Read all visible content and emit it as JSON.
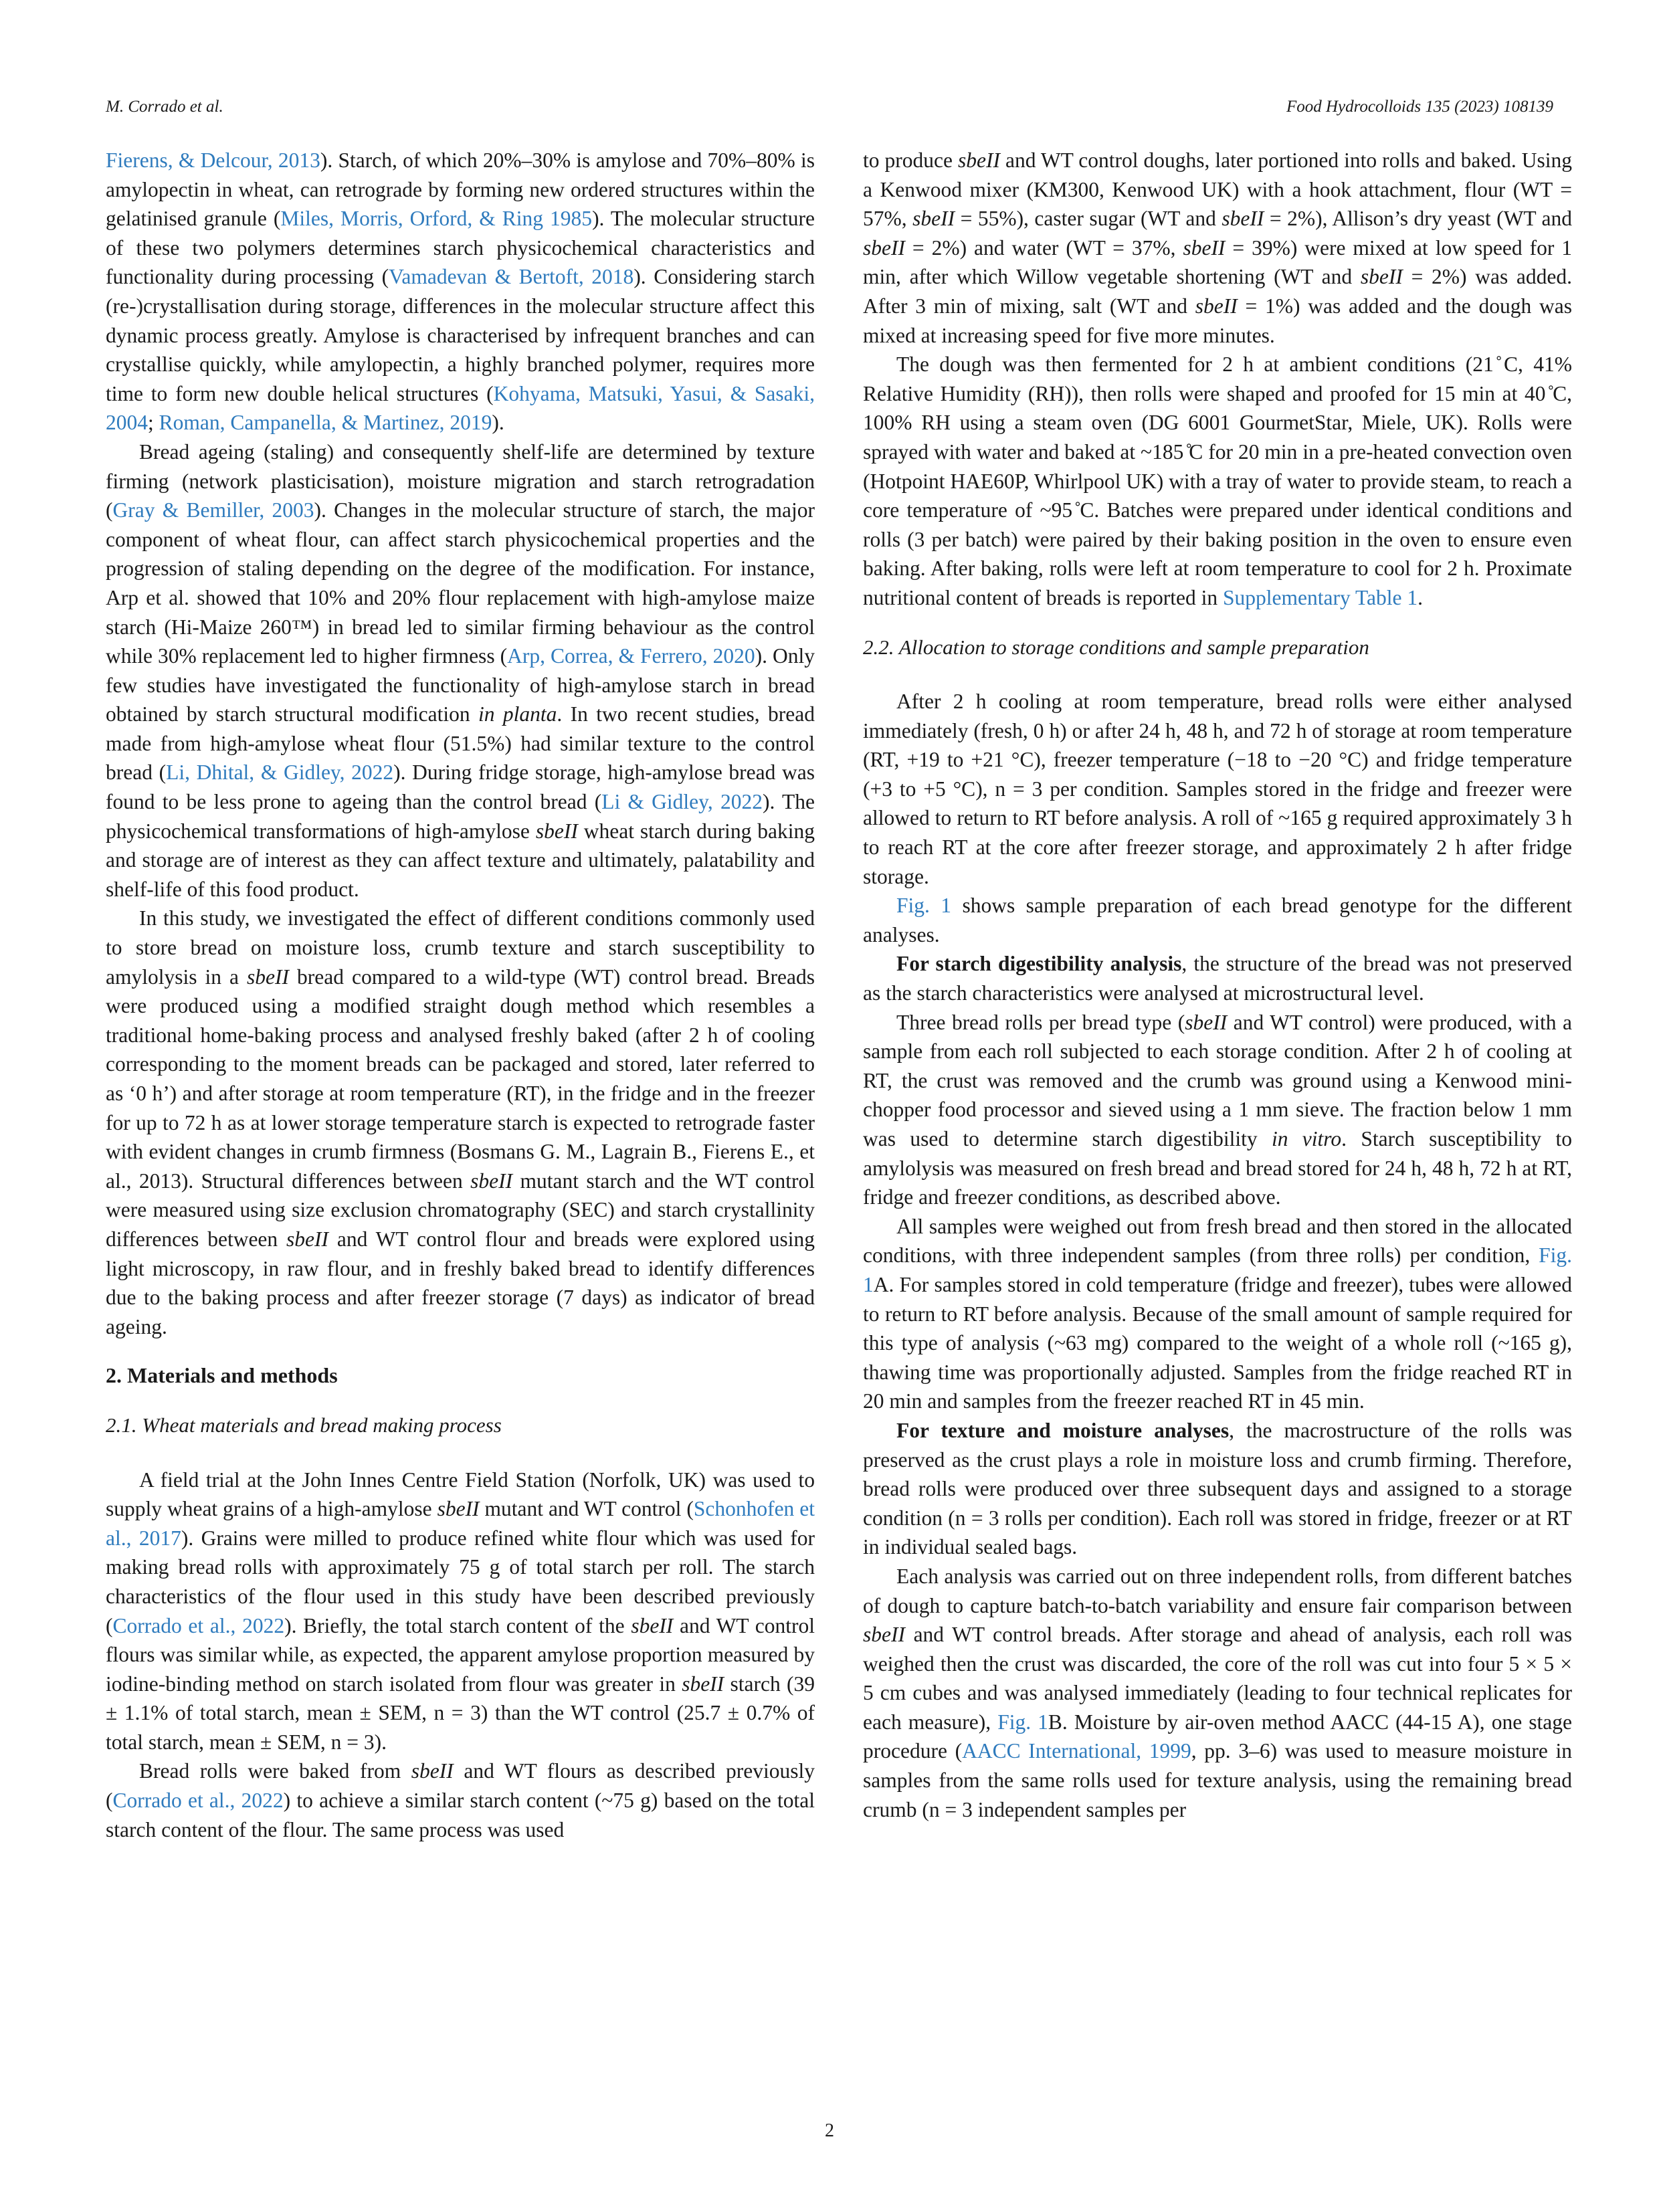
{
  "header": {
    "authors": "M. Corrado et al.",
    "journal": "Food Hydrocolloids 135 (2023) 108139"
  },
  "footer": {
    "page_number": "2"
  },
  "left_column": {
    "p1": {
      "c1": "Fierens, & Delcour, 2013",
      "t1": "). Starch, of which 20%–30% is amylose and 70%–80% is amylopectin in wheat, can retrograde by forming new ordered structures within the gelatinised granule (",
      "c2": "Miles, Morris, Orford, & Ring 1985",
      "t2": "). The molecular structure of these two polymers determines starch physicochemical characteristics and functionality during processing (",
      "c3": "Vamadevan & Bertoft, 2018",
      "t3": "). Considering starch (re-)crystallisation during storage, differences in the molecular structure affect this dynamic process greatly. Amylose is characterised by infrequent branches and can crystallise quickly, while amylopectin, a highly branched polymer, requires more time to form new double helical structures (",
      "c4": "Kohyama, Matsuki, Yasui, & Sasaki, 2004",
      "t4": "; ",
      "c5": "Roman, Campanella, & Martinez, 2019",
      "t5": ")."
    },
    "p2": {
      "t1": "Bread ageing (staling) and consequently shelf-life are determined by texture firming (network plasticisation), moisture migration and starch retrogradation (",
      "c1": "Gray & Bemiller, 2003",
      "t2": "). Changes in the molecular structure of starch, the major component of wheat flour, can affect starch physicochemical properties and the progression of staling depending on the degree of the modification. For instance, Arp et al. showed that 10% and 20% flour replacement with high-amylose maize starch (Hi-Maize 260™) in bread led to similar firming behaviour as the control while 30% replacement led to higher firmness (",
      "c2": "Arp, Correa, & Ferrero, 2020",
      "t3": "). Only few studies have investigated the functionality of high-amylose starch in bread obtained by starch structural modification ",
      "i1": "in planta",
      "t4": ". In two recent studies, bread made from high-amylose wheat flour (51.5%) had similar texture to the control bread (",
      "c3": "Li, Dhital, & Gidley, 2022",
      "t5": "). During fridge storage, high-amylose bread was found to be less prone to ageing than the control bread (",
      "c4": "Li & Gidley, 2022",
      "t6": "). The physicochemical transformations of high-amylose ",
      "i2": "sbeII",
      "t7": " wheat starch during baking and storage are of interest as they can affect texture and ultimately, palatability and shelf-life of this food product."
    },
    "p3": {
      "t1": "In this study, we investigated the effect of different conditions commonly used to store bread on moisture loss, crumb texture and starch susceptibility to amylolysis in a ",
      "i1": "sbeII",
      "t2": " bread compared to a wild-type (WT) control bread. Breads were produced using a modified straight dough method which resembles a traditional home-baking process and analysed freshly baked (after 2 h of cooling corresponding to the moment breads can be packaged and stored, later referred to as ‘0 h’) and after storage at room temperature (RT), in the fridge and in the freezer for up to 72 h as at lower storage temperature starch is expected to retrograde faster with evident changes in crumb firmness (Bosmans G. M., Lagrain B., Fierens E., et al., 2013). Structural differences between ",
      "i2": "sbeII",
      "t3": " mutant starch and the WT control were measured using size exclusion chromatography (SEC) and starch crystallinity differences between ",
      "i3": "sbeII",
      "t4": " and WT control flour and breads were explored using light microscopy, in raw flour, and in freshly baked bread to identify differences due to the baking process and after freezer storage (7 days) as indicator of bread ageing."
    },
    "section2": "2.  Materials and methods",
    "section2_1": "2.1.  Wheat materials and bread making process",
    "p4": {
      "t1": "A field trial at the John Innes Centre Field Station (Norfolk, UK) was used to supply wheat grains of a high-amylose ",
      "i1": "sbeII",
      "t2": " mutant and WT control (",
      "c1": "Schonhofen et al., 2017",
      "t3": "). Grains were milled to produce refined white flour which was used for making bread rolls with approximately 75 g of total starch per roll. The starch characteristics of the flour used in this study have been described previously (",
      "c2": "Corrado et al., 2022",
      "t4": "). Briefly, the total starch content of the ",
      "i2": "sbeII",
      "t5": " and WT control flours was similar while, as expected, the apparent amylose proportion measured by iodine-binding method on starch isolated from flour was greater in ",
      "i3": "sbeII",
      "t6": " starch (39 ± 1.1% of total starch, mean ± SEM, n = 3) than the WT control (25.7 ± 0.7% of total starch, mean ± SEM, n = 3)."
    },
    "p5": {
      "t1": "Bread rolls were baked from ",
      "i1": "sbeII",
      "t2": " and WT flours as described previously (",
      "c1": "Corrado et al., 2022",
      "t3": ") to achieve a similar starch content (~75 g) based on the total starch content of the flour. The same process was used"
    }
  },
  "right_column": {
    "p1": {
      "t1": "to produce ",
      "i1": "sbeII",
      "t2": " and WT control doughs, later portioned into rolls and baked. Using a Kenwood mixer (KM300, Kenwood UK) with a hook attachment, flour (WT = 57%, ",
      "i2": "sbeII",
      "t3": " = 55%), caster sugar (WT and ",
      "i3": "sbeII",
      "t4": " = 2%), Allison’s dry yeast (WT and ",
      "i4": "sbeII",
      "t5": " = 2%) and water (WT = 37%, ",
      "i5": "sbeII",
      "t6": " = 39%) were mixed at low speed for 1 min, after which Willow vegetable shortening (WT and ",
      "i6": "sbeII",
      "t7": " = 2%) was added. After 3 min of mixing, salt (WT and ",
      "i7": "sbeII",
      "t8": " = 1%) was added and the dough was mixed at increasing speed for five more minutes."
    },
    "p2": {
      "t1": "The dough was then fermented for 2 h at ambient conditions (21 ̊C, 41% Relative Humidity (RH)), then rolls were shaped and proofed for 15 min at 40 ̊C, 100% RH using a steam oven (DG 6001 GourmetStar, Miele, UK). Rolls were sprayed with water and baked at ~185 ̊C for 20 min in a pre-heated convection oven (Hotpoint HAE60P, Whirlpool UK) with a tray of water to provide steam, to reach a core temperature of ~95 ̊C. Batches were prepared under identical conditions and rolls (3 per batch) were paired by their baking position in the oven to ensure even baking. After baking, rolls were left at room temperature to cool for 2 h. Proximate nutritional content of breads is reported in ",
      "c1": "Supplementary Table 1",
      "t2": "."
    },
    "section2_2": "2.2.  Allocation to storage conditions and sample preparation",
    "p3": {
      "t1": "After 2 h cooling at room temperature, bread rolls were either analysed immediately (fresh, 0 h) or after 24 h, 48 h, and 72 h of storage at room temperature (RT, +19 to +21 °C), freezer temperature (−18 to −20 °C) and fridge temperature (+3 to +5 °C), n = 3 per condition. Samples stored in the fridge and freezer were allowed to return to RT before analysis. A roll of ~165 g required approximately 3 h to reach RT at the core after freezer storage, and approximately 2 h after fridge storage."
    },
    "p4": {
      "c1": "Fig. 1",
      "t1": " shows sample preparation of each bread genotype for the different analyses."
    },
    "p5": {
      "b1": "For starch digestibility analysis",
      "t1": ", the structure of the bread was not preserved as the starch characteristics were analysed at microstructural level."
    },
    "p6": {
      "t1": "Three bread rolls per bread type (",
      "i1": "sbeII",
      "t2": " and WT control) were produced, with a sample from each roll subjected to each storage condition. After 2 h of cooling at RT, the crust was removed and the crumb was ground using a Kenwood mini-chopper food processor and sieved using a 1 mm sieve. The fraction below 1 mm was used to determine starch digestibility ",
      "i2": "in vitro",
      "t3": ". Starch susceptibility to amylolysis was measured on fresh bread and bread stored for 24 h, 48 h, 72 h at RT, fridge and freezer conditions, as described above."
    },
    "p7": {
      "t1": "All samples were weighed out from fresh bread and then stored in the allocated conditions, with three independent samples (from three rolls) per condition, ",
      "c1": "Fig. 1",
      "t2": "A. For samples stored in cold temperature (fridge and freezer), tubes were allowed to return to RT before analysis. Because of the small amount of sample required for this type of analysis (~63 mg) compared to the weight of a whole roll (~165 g), thawing time was proportionally adjusted. Samples from the fridge reached RT in 20 min and samples from the freezer reached RT in 45 min."
    },
    "p8": {
      "b1": "For texture and moisture analyses",
      "t1": ", the macrostructure of the rolls was preserved as the crust plays a role in moisture loss and crumb firming. Therefore, bread rolls were produced over three subsequent days and assigned to a storage condition (n = 3 rolls per condition). Each roll was stored in fridge, freezer or at RT in individual sealed bags."
    },
    "p9": {
      "t1": "Each analysis was carried out on three independent rolls, from different batches of dough to capture batch-to-batch variability and ensure fair comparison between ",
      "i1": "sbeII",
      "t2": " and WT control breads. After storage and ahead of analysis, each roll was weighed then the crust was discarded, the core of the roll was cut into four 5 × 5 × 5 cm cubes and was analysed immediately (leading to four technical replicates for each measure), ",
      "c1": "Fig. 1",
      "t3": "B. Moisture by air-oven method AACC (44-15 A), one stage procedure (",
      "c2": "AACC International, 1999",
      "t4": ", pp. 3–6) was used to measure moisture in samples from the same rolls used for texture analysis, using the remaining bread crumb (n = 3 independent samples per"
    }
  }
}
